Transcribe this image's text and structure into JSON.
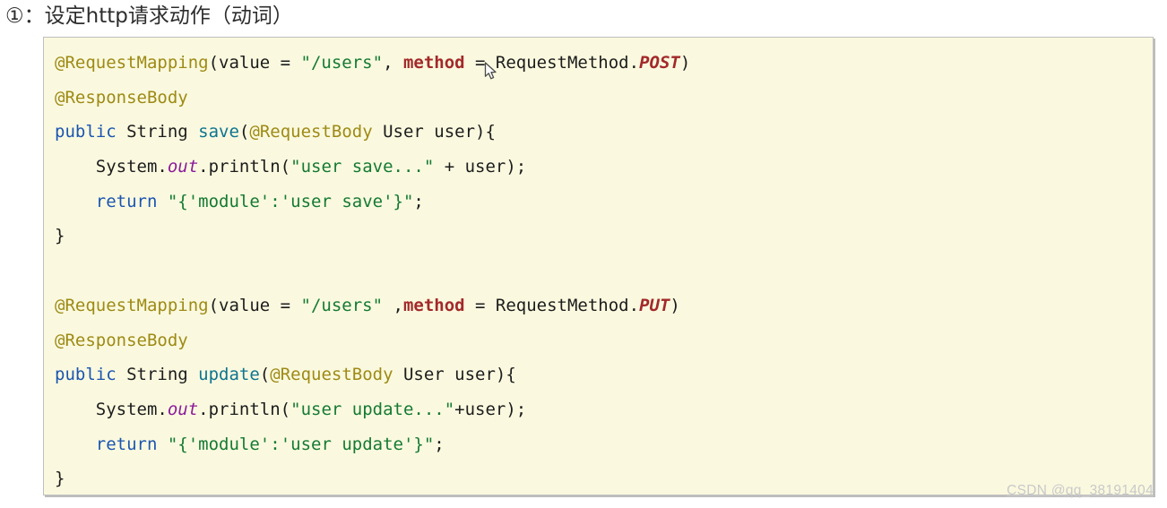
{
  "header": {
    "title": "①：设定http请求动作（动词）"
  },
  "watermark": {
    "text": "CSDN @qq_38191404"
  },
  "colors": {
    "page_bg": "#FFFFFF",
    "title_text": "#2D2D2D",
    "code_bg": "#FAF9DF",
    "code_border": "#BFBFBF",
    "annotation": "#9E8A15",
    "keyword": "#1C55B0",
    "string": "#157A33",
    "method": "#0E7490",
    "field": "#8B1A9B",
    "attr": "#A3292A",
    "plain": "#1C1C1C",
    "watermark_text": "#C9C9C9"
  },
  "cursor": {
    "icon": "arrow-pointer"
  },
  "code": {
    "language": "java",
    "lines": [
      {
        "tokens": [
          {
            "t": "@RequestMapping",
            "s": "annotation"
          },
          {
            "t": "(value = ",
            "s": "plain"
          },
          {
            "t": "\"/users\"",
            "s": "string"
          },
          {
            "t": ", ",
            "s": "plain"
          },
          {
            "t": "method",
            "s": "attr",
            "b": true
          },
          {
            "t": " = RequestMethod.",
            "s": "plain"
          },
          {
            "t": "POST",
            "s": "attr",
            "b": true,
            "i": true
          },
          {
            "t": ")",
            "s": "plain"
          }
        ]
      },
      {
        "tokens": [
          {
            "t": "@ResponseBody",
            "s": "annotation"
          }
        ]
      },
      {
        "tokens": [
          {
            "t": "public",
            "s": "keyword"
          },
          {
            "t": " String ",
            "s": "plain"
          },
          {
            "t": "save",
            "s": "method"
          },
          {
            "t": "(",
            "s": "plain"
          },
          {
            "t": "@RequestBody",
            "s": "annotation"
          },
          {
            "t": " User user){",
            "s": "plain"
          }
        ]
      },
      {
        "tokens": [
          {
            "t": "    System.",
            "s": "plain"
          },
          {
            "t": "out",
            "s": "field",
            "i": true
          },
          {
            "t": ".println(",
            "s": "plain"
          },
          {
            "t": "\"user save...\"",
            "s": "string"
          },
          {
            "t": " + user);",
            "s": "plain"
          }
        ]
      },
      {
        "tokens": [
          {
            "t": "    ",
            "s": "plain"
          },
          {
            "t": "return",
            "s": "keyword"
          },
          {
            "t": " ",
            "s": "plain"
          },
          {
            "t": "\"{'module':'user save'}\"",
            "s": "string"
          },
          {
            "t": ";",
            "s": "plain"
          }
        ]
      },
      {
        "tokens": [
          {
            "t": "}",
            "s": "plain"
          }
        ]
      },
      {
        "tokens": []
      },
      {
        "tokens": [
          {
            "t": "@RequestMapping",
            "s": "annotation"
          },
          {
            "t": "(value = ",
            "s": "plain"
          },
          {
            "t": "\"/users\"",
            "s": "string"
          },
          {
            "t": " ,",
            "s": "plain"
          },
          {
            "t": "method",
            "s": "attr",
            "b": true
          },
          {
            "t": " = RequestMethod.",
            "s": "plain"
          },
          {
            "t": "PUT",
            "s": "attr",
            "b": true,
            "i": true
          },
          {
            "t": ")",
            "s": "plain"
          }
        ]
      },
      {
        "tokens": [
          {
            "t": "@ResponseBody",
            "s": "annotation"
          }
        ]
      },
      {
        "tokens": [
          {
            "t": "public",
            "s": "keyword"
          },
          {
            "t": " String ",
            "s": "plain"
          },
          {
            "t": "update",
            "s": "method"
          },
          {
            "t": "(",
            "s": "plain"
          },
          {
            "t": "@RequestBody",
            "s": "annotation"
          },
          {
            "t": " User user){",
            "s": "plain"
          }
        ]
      },
      {
        "tokens": [
          {
            "t": "    System.",
            "s": "plain"
          },
          {
            "t": "out",
            "s": "field",
            "i": true
          },
          {
            "t": ".println(",
            "s": "plain"
          },
          {
            "t": "\"user update...\"",
            "s": "string"
          },
          {
            "t": "+user);",
            "s": "plain"
          }
        ]
      },
      {
        "tokens": [
          {
            "t": "    ",
            "s": "plain"
          },
          {
            "t": "return",
            "s": "keyword"
          },
          {
            "t": " ",
            "s": "plain"
          },
          {
            "t": "\"{'module':'user update'}\"",
            "s": "string"
          },
          {
            "t": ";",
            "s": "plain"
          }
        ]
      },
      {
        "tokens": [
          {
            "t": "}",
            "s": "plain"
          }
        ]
      }
    ]
  }
}
